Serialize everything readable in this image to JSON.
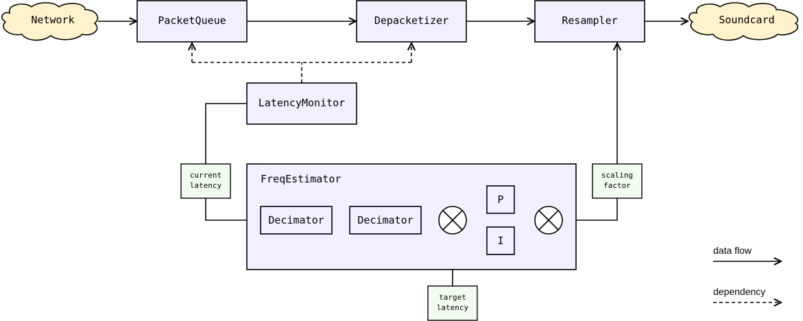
{
  "nodes": {
    "network": "Network",
    "packet_queue": "PacketQueue",
    "depacketizer": "Depacketizer",
    "resampler": "Resampler",
    "soundcard": "Soundcard",
    "latency_monitor": "LatencyMonitor",
    "freq_estimator": "FreqEstimator",
    "decimator_1": "Decimator",
    "decimator_2": "Decimator",
    "p_block": "P",
    "i_block": "I"
  },
  "labels": {
    "current_latency": [
      "current",
      "latency"
    ],
    "scaling_factor": [
      "scaling",
      "factor"
    ],
    "target_latency": [
      "target",
      "latency"
    ]
  },
  "legend": {
    "data_flow": "data flow",
    "dependency": "dependency"
  },
  "colors": {
    "component_fill": "#f0f0ff",
    "label_fill": "#f2fbf0",
    "cloud_fill": "#fff2cc"
  }
}
